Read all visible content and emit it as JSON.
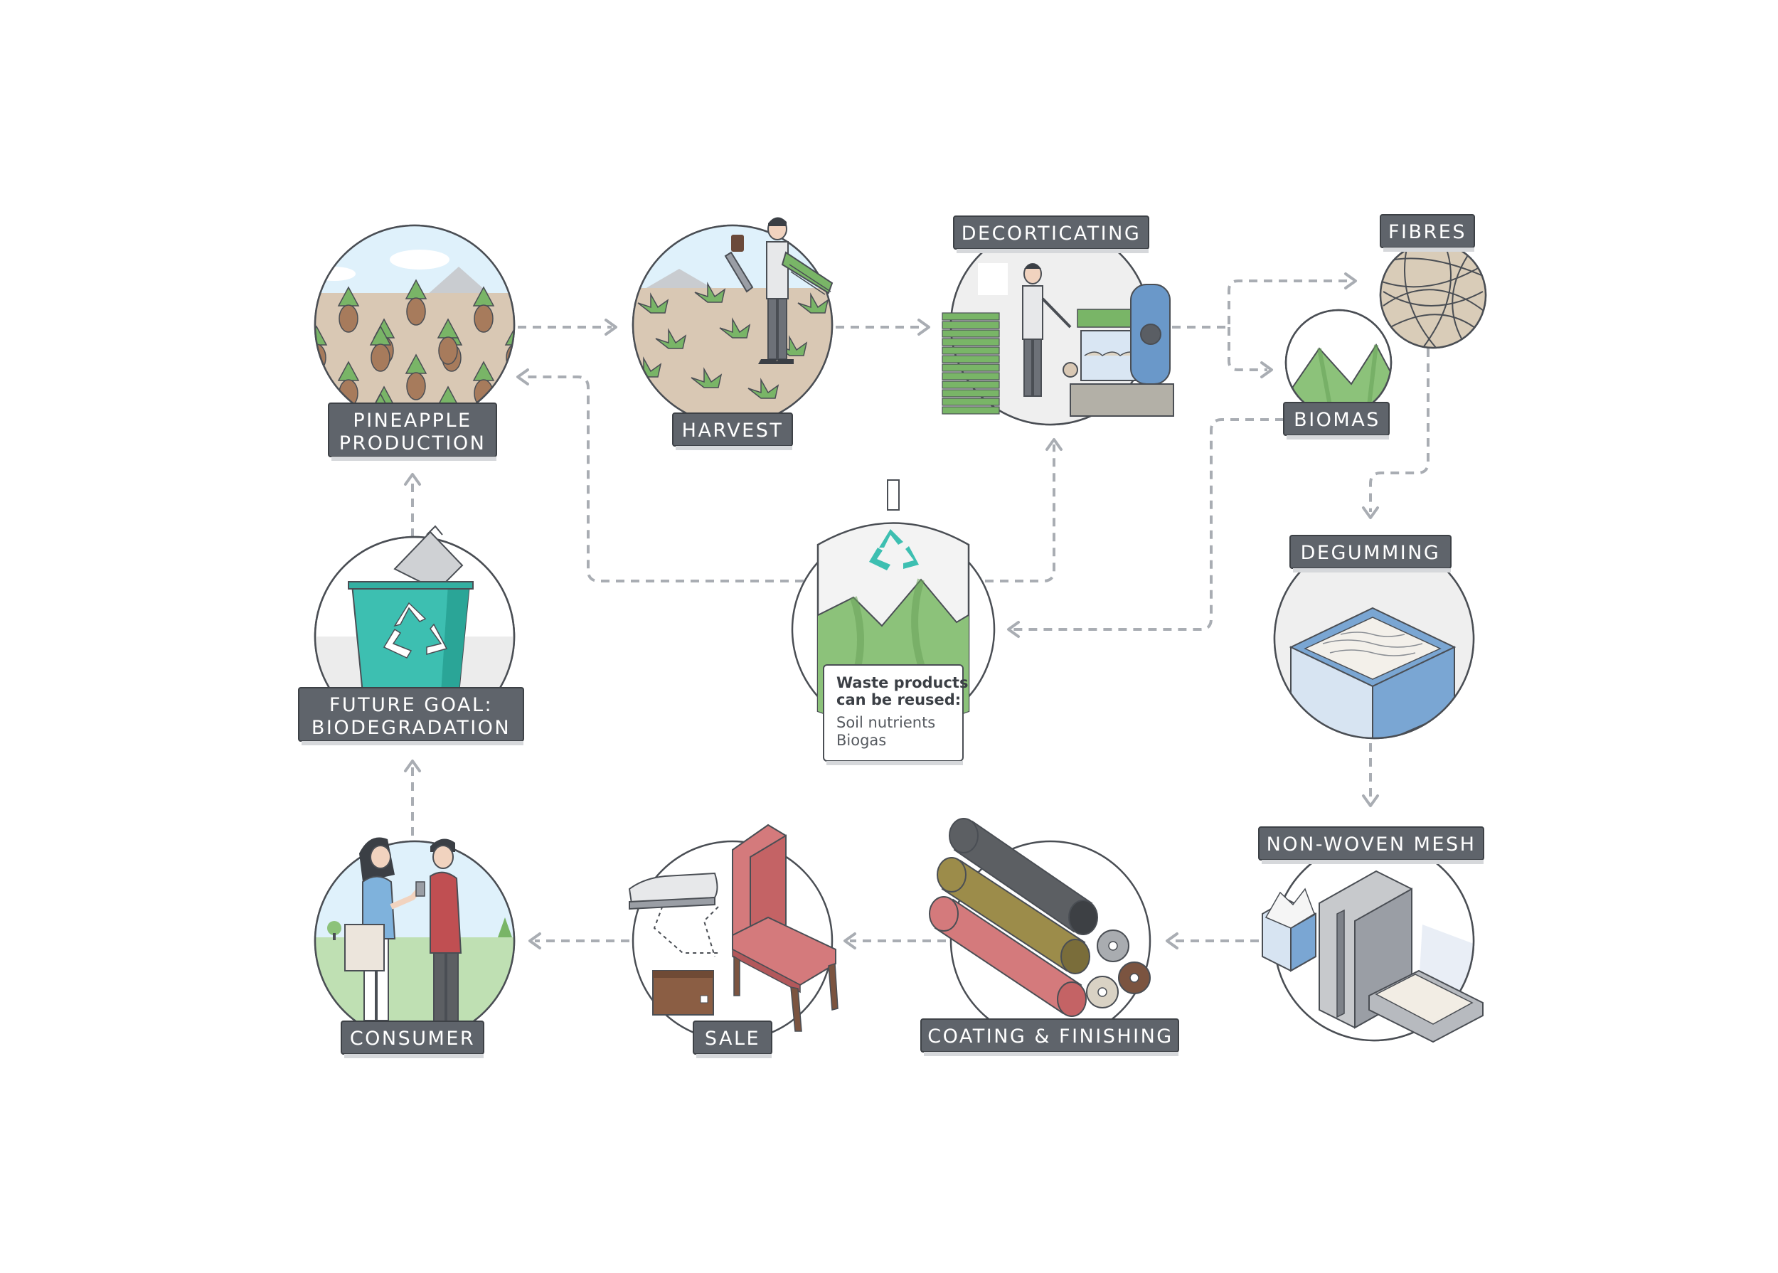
{
  "steps": {
    "pineapple_production": {
      "line1": "PINEAPPLE",
      "line2": "PRODUCTION"
    },
    "harvest": {
      "label": "HARVEST"
    },
    "decorticating": {
      "label": "DECORTICATING"
    },
    "fibres": {
      "label": "FIBRES"
    },
    "biomas": {
      "label": "BIOMAS"
    },
    "degumming": {
      "label": "DEGUMMING"
    },
    "non_woven_mesh": {
      "label": "NON-WOVEN MESH"
    },
    "coating_finishing": {
      "label": "COATING & FINISHING"
    },
    "sale": {
      "label": "SALE"
    },
    "consumer": {
      "label": "CONSUMER"
    },
    "future_goal": {
      "line1": "FUTURE GOAL:",
      "line2": "BIODEGRADATION"
    }
  },
  "waste_note": {
    "heading_line1": "Waste products",
    "heading_line2": "can be reused:",
    "item1": "Soil nutrients",
    "item2": "Biogas"
  },
  "colors": {
    "label_bg": "#5f646b",
    "arrow": "#a9adb3",
    "outline": "#4a4e54",
    "green": "#8cc27a",
    "teal": "#3dbfb1",
    "sky": "#dff1fb",
    "soil": "#d9c8b4"
  },
  "icons": [
    "pineapple-field-icon",
    "farmer-harvest-icon",
    "decorticating-machine-icon",
    "fibres-icon",
    "biomass-hills-icon",
    "degumming-tank-icon",
    "non-woven-press-icon",
    "fabric-rolls-icon",
    "chair-shoe-bag-icon",
    "consumers-icon",
    "recycle-bin-icon",
    "biogas-digester-icon",
    "recycle-icon"
  ]
}
